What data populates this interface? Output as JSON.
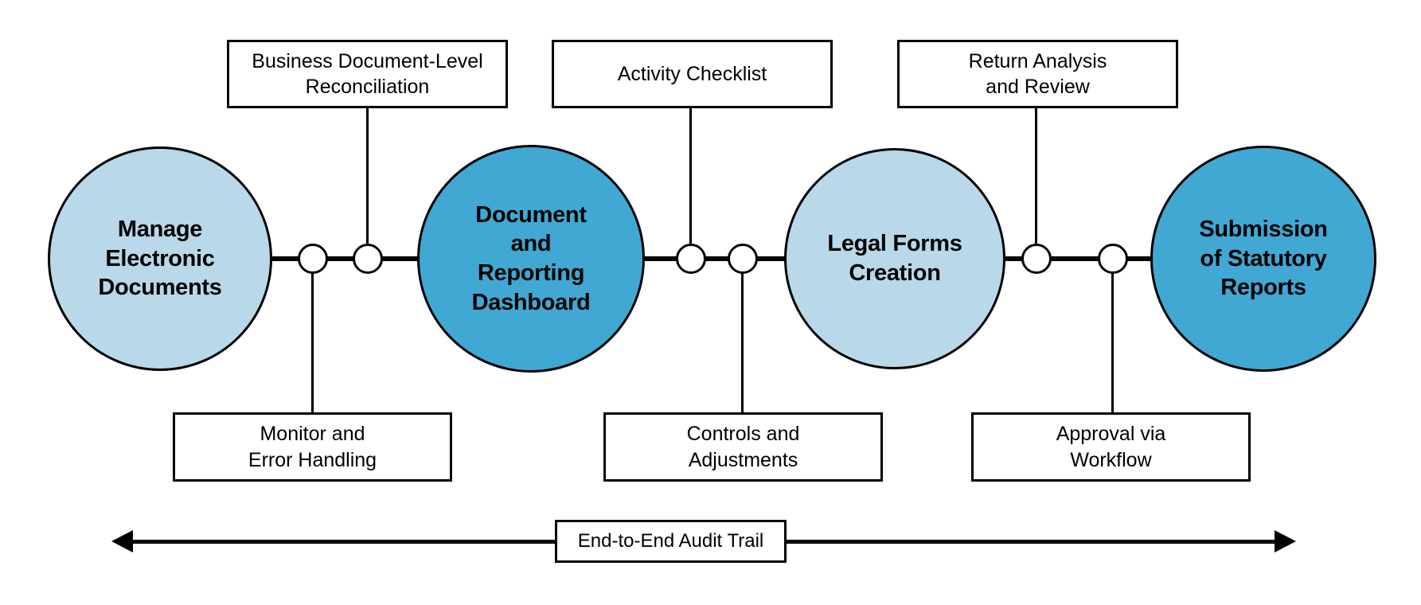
{
  "colors": {
    "stage_light_blue": "#B9D8EA",
    "stage_dark_blue": "#41A8D3",
    "line_black": "#000000",
    "box_background": "#FFFFFF"
  },
  "stages": [
    {
      "label": "Manage\nElectronic\nDocuments",
      "fill": "#B9D8EA"
    },
    {
      "label": "Document\nand\nReporting\nDashboard",
      "fill": "#41A8D3"
    },
    {
      "label": "Legal Forms\nCreation",
      "fill": "#B9D8EA"
    },
    {
      "label": "Submission\nof Statutory\nReports",
      "fill": "#41A8D3"
    }
  ],
  "top_callouts": [
    {
      "label": "Business Document-Level\nReconciliation"
    },
    {
      "label": "Activity Checklist"
    },
    {
      "label": "Return Analysis\nand Review"
    }
  ],
  "bottom_callouts": [
    {
      "label": "Monitor and\nError Handling"
    },
    {
      "label": "Controls and\nAdjustments"
    },
    {
      "label": "Approval via\nWorkflow"
    }
  ],
  "audit_trail": {
    "label": "End-to-End Audit Trail"
  }
}
